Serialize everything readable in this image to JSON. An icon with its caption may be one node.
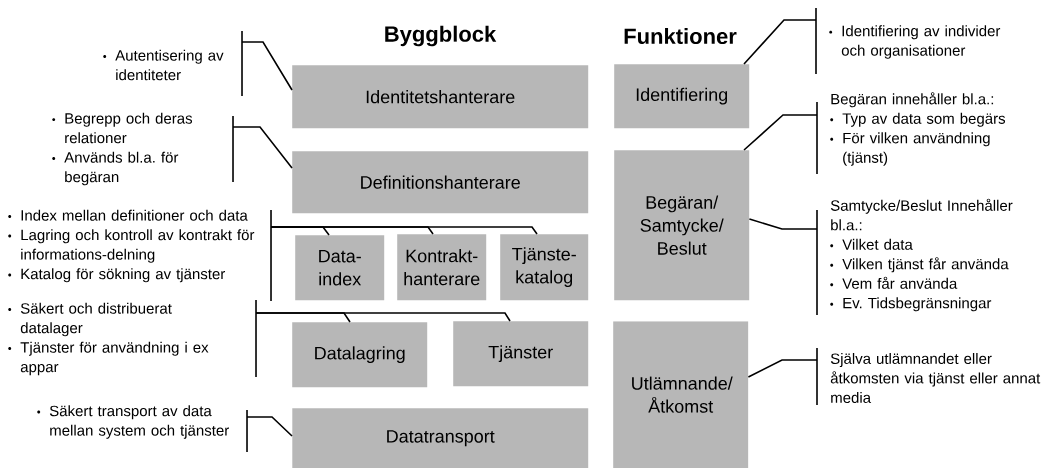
{
  "diagram": {
    "nodes": [
      {
        "text": [
          "Identitetshanterare"
        ]
      },
      {
        "text": [
          "Definitionshanterare"
        ]
      },
      {
        "text": [
          "Data- index"
        ]
      },
      {
        "text": [
          "Kontrakt- hanterare"
        ]
      },
      {
        "text": [
          "Tjänste- katalog"
        ]
      },
      {
        "text": [
          "Datalagring"
        ]
      },
      {
        "text": [
          "Tjänster"
        ]
      },
      {
        "text": [
          "Datatransport"
        ]
      },
      {
        "text": [
          "Identifiering"
        ]
      },
      {
        "text": [
          "Begäran/ Samtycke/ Beslut"
        ]
      },
      {
        "text": [
          "Utlämnande/ Åtkomst"
        ]
      },
      {
        "text": [
          "Autentisering av identiteter"
        ]
      },
      {
        "text": [
          "Begrepp och deras relationer",
          "Används bl.a. för begäran"
        ]
      },
      {
        "text": [
          "Index mellan definitioner och data",
          "Lagring och kontroll av kontrakt för informations-delning",
          "Katalog för sökning av tjänster"
        ]
      },
      {
        "text": [
          "Säkert och distribuerat datalager",
          "Tjänster för användning i ex appar"
        ]
      },
      {
        "text": [
          "Säkert transport av data mellan system och tjänster"
        ]
      },
      {
        "text": [
          "Identifiering av individer och organisationer"
        ]
      },
      {
        "text": [
          "Begäran innehåller bl.a.:",
          "Typ av data som begärs",
          "För vilken användning (tjänst)"
        ]
      },
      {
        "text": [
          "Samtycke/Beslut Innehåller bl.a.:",
          "Vilket data",
          "Vilken tjänst får använda",
          "Vem får använda",
          "Ev. Tidsbegränsningar"
        ]
      },
      {
        "text": [
          "Själva utlämnandet eller åtkomsten via tjänst eller annat media"
        ]
      }
    ],
    "edges": [
      {
        "from": 11,
        "to": 0,
        "arrow": "none"
      },
      {
        "from": 12,
        "to": 1,
        "arrow": "none"
      },
      {
        "from": 13,
        "to": 2,
        "arrow": "none"
      },
      {
        "from": 13,
        "to": 3,
        "arrow": "none"
      },
      {
        "from": 13,
        "to": 4,
        "arrow": "none"
      },
      {
        "from": 14,
        "to": 5,
        "arrow": "none"
      },
      {
        "from": 14,
        "to": 6,
        "arrow": "none"
      },
      {
        "from": 15,
        "to": 7,
        "arrow": "none"
      },
      {
        "from": 16,
        "to": 8,
        "arrow": "none"
      },
      {
        "from": 17,
        "to": 9,
        "arrow": "none"
      },
      {
        "from": 18,
        "to": 9,
        "arrow": "none"
      },
      {
        "from": 19,
        "to": 10,
        "arrow": "none"
      }
    ],
    "labels": [
      "Byggblock",
      "Funktioner"
    ]
  }
}
